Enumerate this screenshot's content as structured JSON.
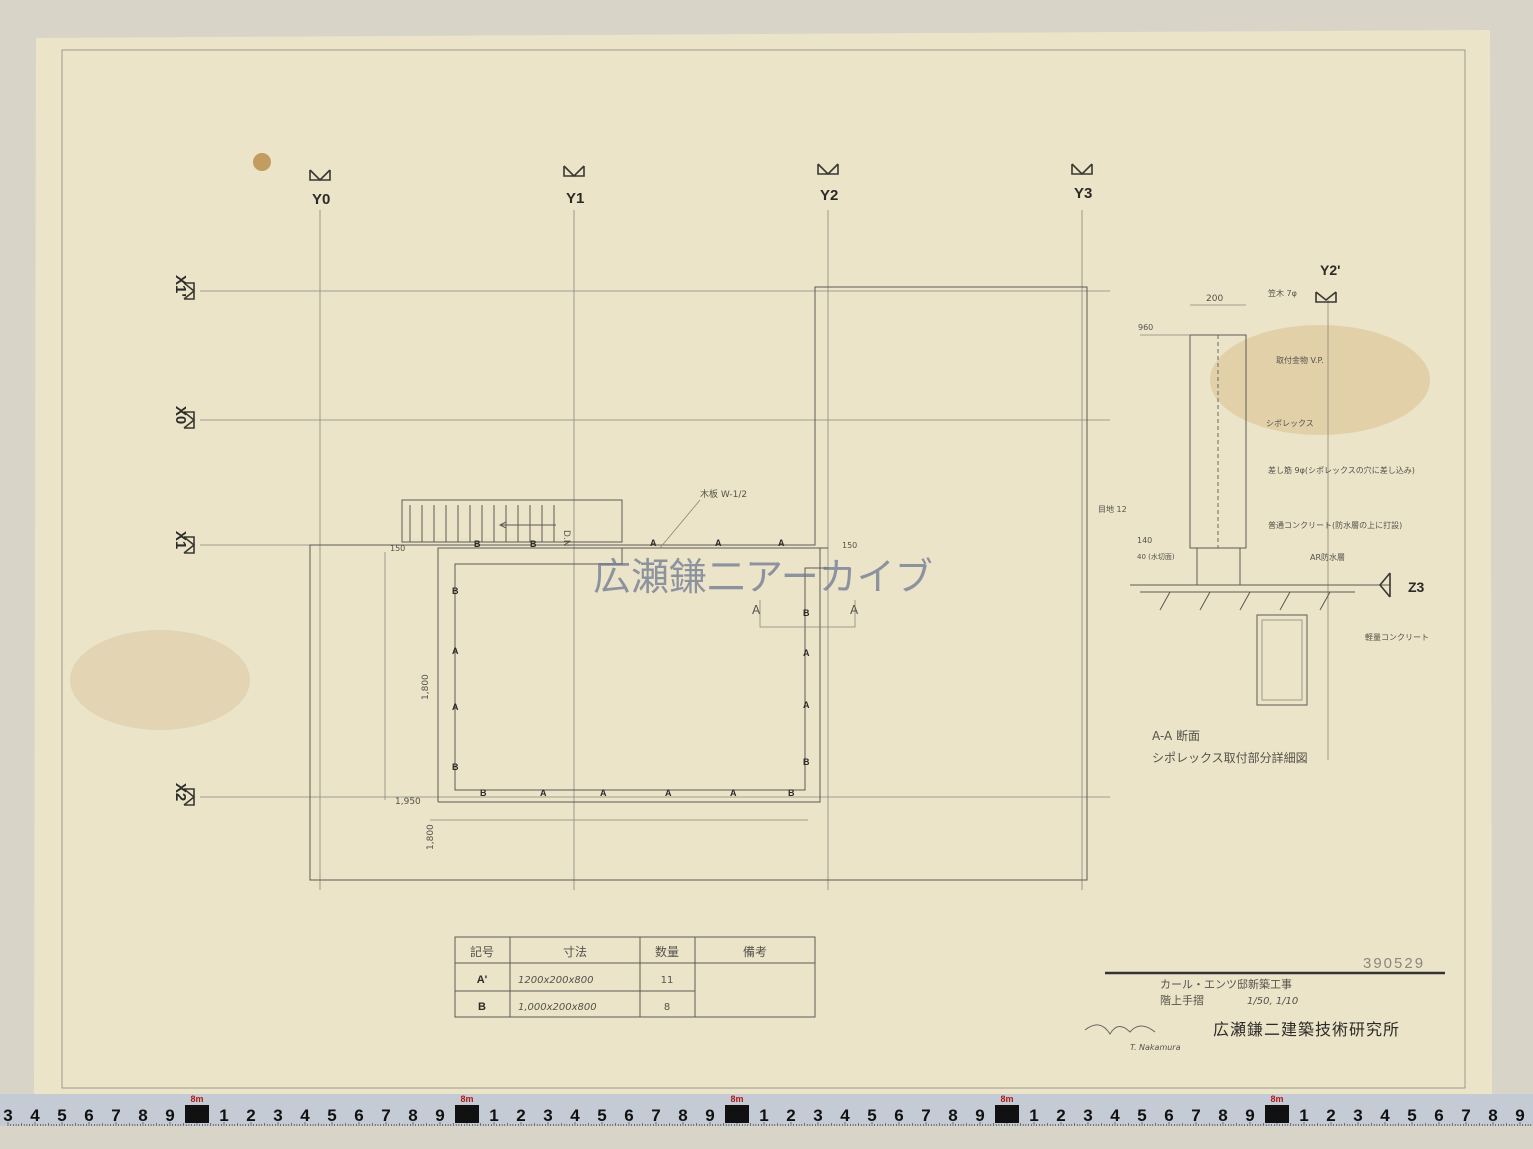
{
  "drawing": {
    "axes_y": [
      "Y0",
      "Y1",
      "Y2",
      "Y3"
    ],
    "axes_x": [
      "X1'",
      "X0",
      "X1",
      "X2"
    ],
    "plan_notes": {
      "board": "木板 W-1/2",
      "stair_dir": "D.N.",
      "level_left": "150",
      "level_right": "150",
      "height_dim": "1,800",
      "bottom_level": "1,950",
      "width_dim": "1,800",
      "section_mark": "A"
    },
    "planter_marks": {
      "a": "A",
      "b": "B"
    },
    "watermark": "広瀬鎌二アーカイブ"
  },
  "detail": {
    "axis": "Y2'",
    "ground_axis": "Z3",
    "dim_width": "200",
    "level_top": "960",
    "level_mid": "140",
    "level_low": "40 (水切面)",
    "joint": "目地 12",
    "notes": [
      "笠木 7φ",
      "取付金物 V.P.",
      "シポレックス",
      "差し筋 9φ(シポレックスの穴に差し込み)",
      "普通コンクリート(防水層の上に打設)",
      "AR防水層",
      "軽量コンクリート"
    ],
    "caption_1": "A-A 断面",
    "caption_2": "シポレックス取付部分詳細図"
  },
  "schedule": {
    "headers": [
      "記号",
      "寸法",
      "数量",
      "備考"
    ],
    "rows": [
      [
        "A'",
        "1200x200x800",
        "11",
        ""
      ],
      [
        "B",
        "1,000x200x800",
        "8",
        ""
      ]
    ]
  },
  "title_block": {
    "number": "390529",
    "project": "カール・エンツ邸新築工事",
    "drawing": "階上手摺",
    "scale": "1/50, 1/10",
    "signature": "T. Nakamura",
    "office": "広瀬鎌二建築技術研究所"
  },
  "ruler": {
    "start": 23,
    "end": 79,
    "unit": "8m",
    "colors": {
      "tape": "#c4cbd5",
      "unit": "#b01818"
    }
  }
}
